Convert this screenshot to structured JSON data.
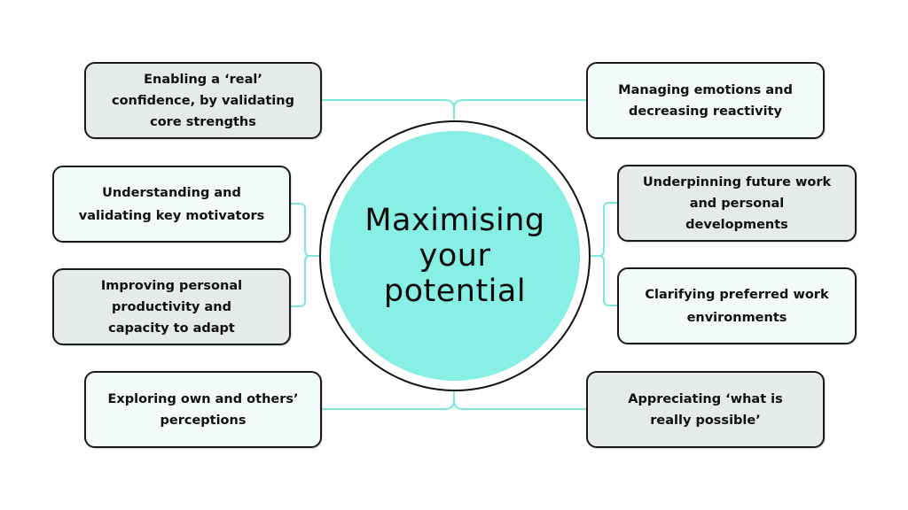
{
  "diagram": {
    "center": {
      "title": "Maximising\nyour\npotential"
    },
    "colors": {
      "center_fill": "#87efe3",
      "connector": "#7fe8dc",
      "box_grey": "#e4ebe8",
      "box_light": "#f3fcfb",
      "border": "#1a1a1a"
    },
    "left_items": [
      {
        "label": "Enabling a ‘real’\nconfidence, by validating\ncore strengths",
        "style": "grey"
      },
      {
        "label": "Understanding and\nvalidating key motivators",
        "style": "light"
      },
      {
        "label": "Improving personal\nproductivity and\ncapacity to adapt",
        "style": "grey"
      },
      {
        "label": "Exploring own and others’\nperceptions",
        "style": "light"
      }
    ],
    "right_items": [
      {
        "label": "Managing emotions and\ndecreasing reactivity",
        "style": "light"
      },
      {
        "label": "Underpinning future work\nand personal\ndevelopments",
        "style": "grey"
      },
      {
        "label": "Clarifying preferred work\nenvironments",
        "style": "light"
      },
      {
        "label": "Appreciating ‘what is\nreally possible’",
        "style": "grey"
      }
    ]
  }
}
